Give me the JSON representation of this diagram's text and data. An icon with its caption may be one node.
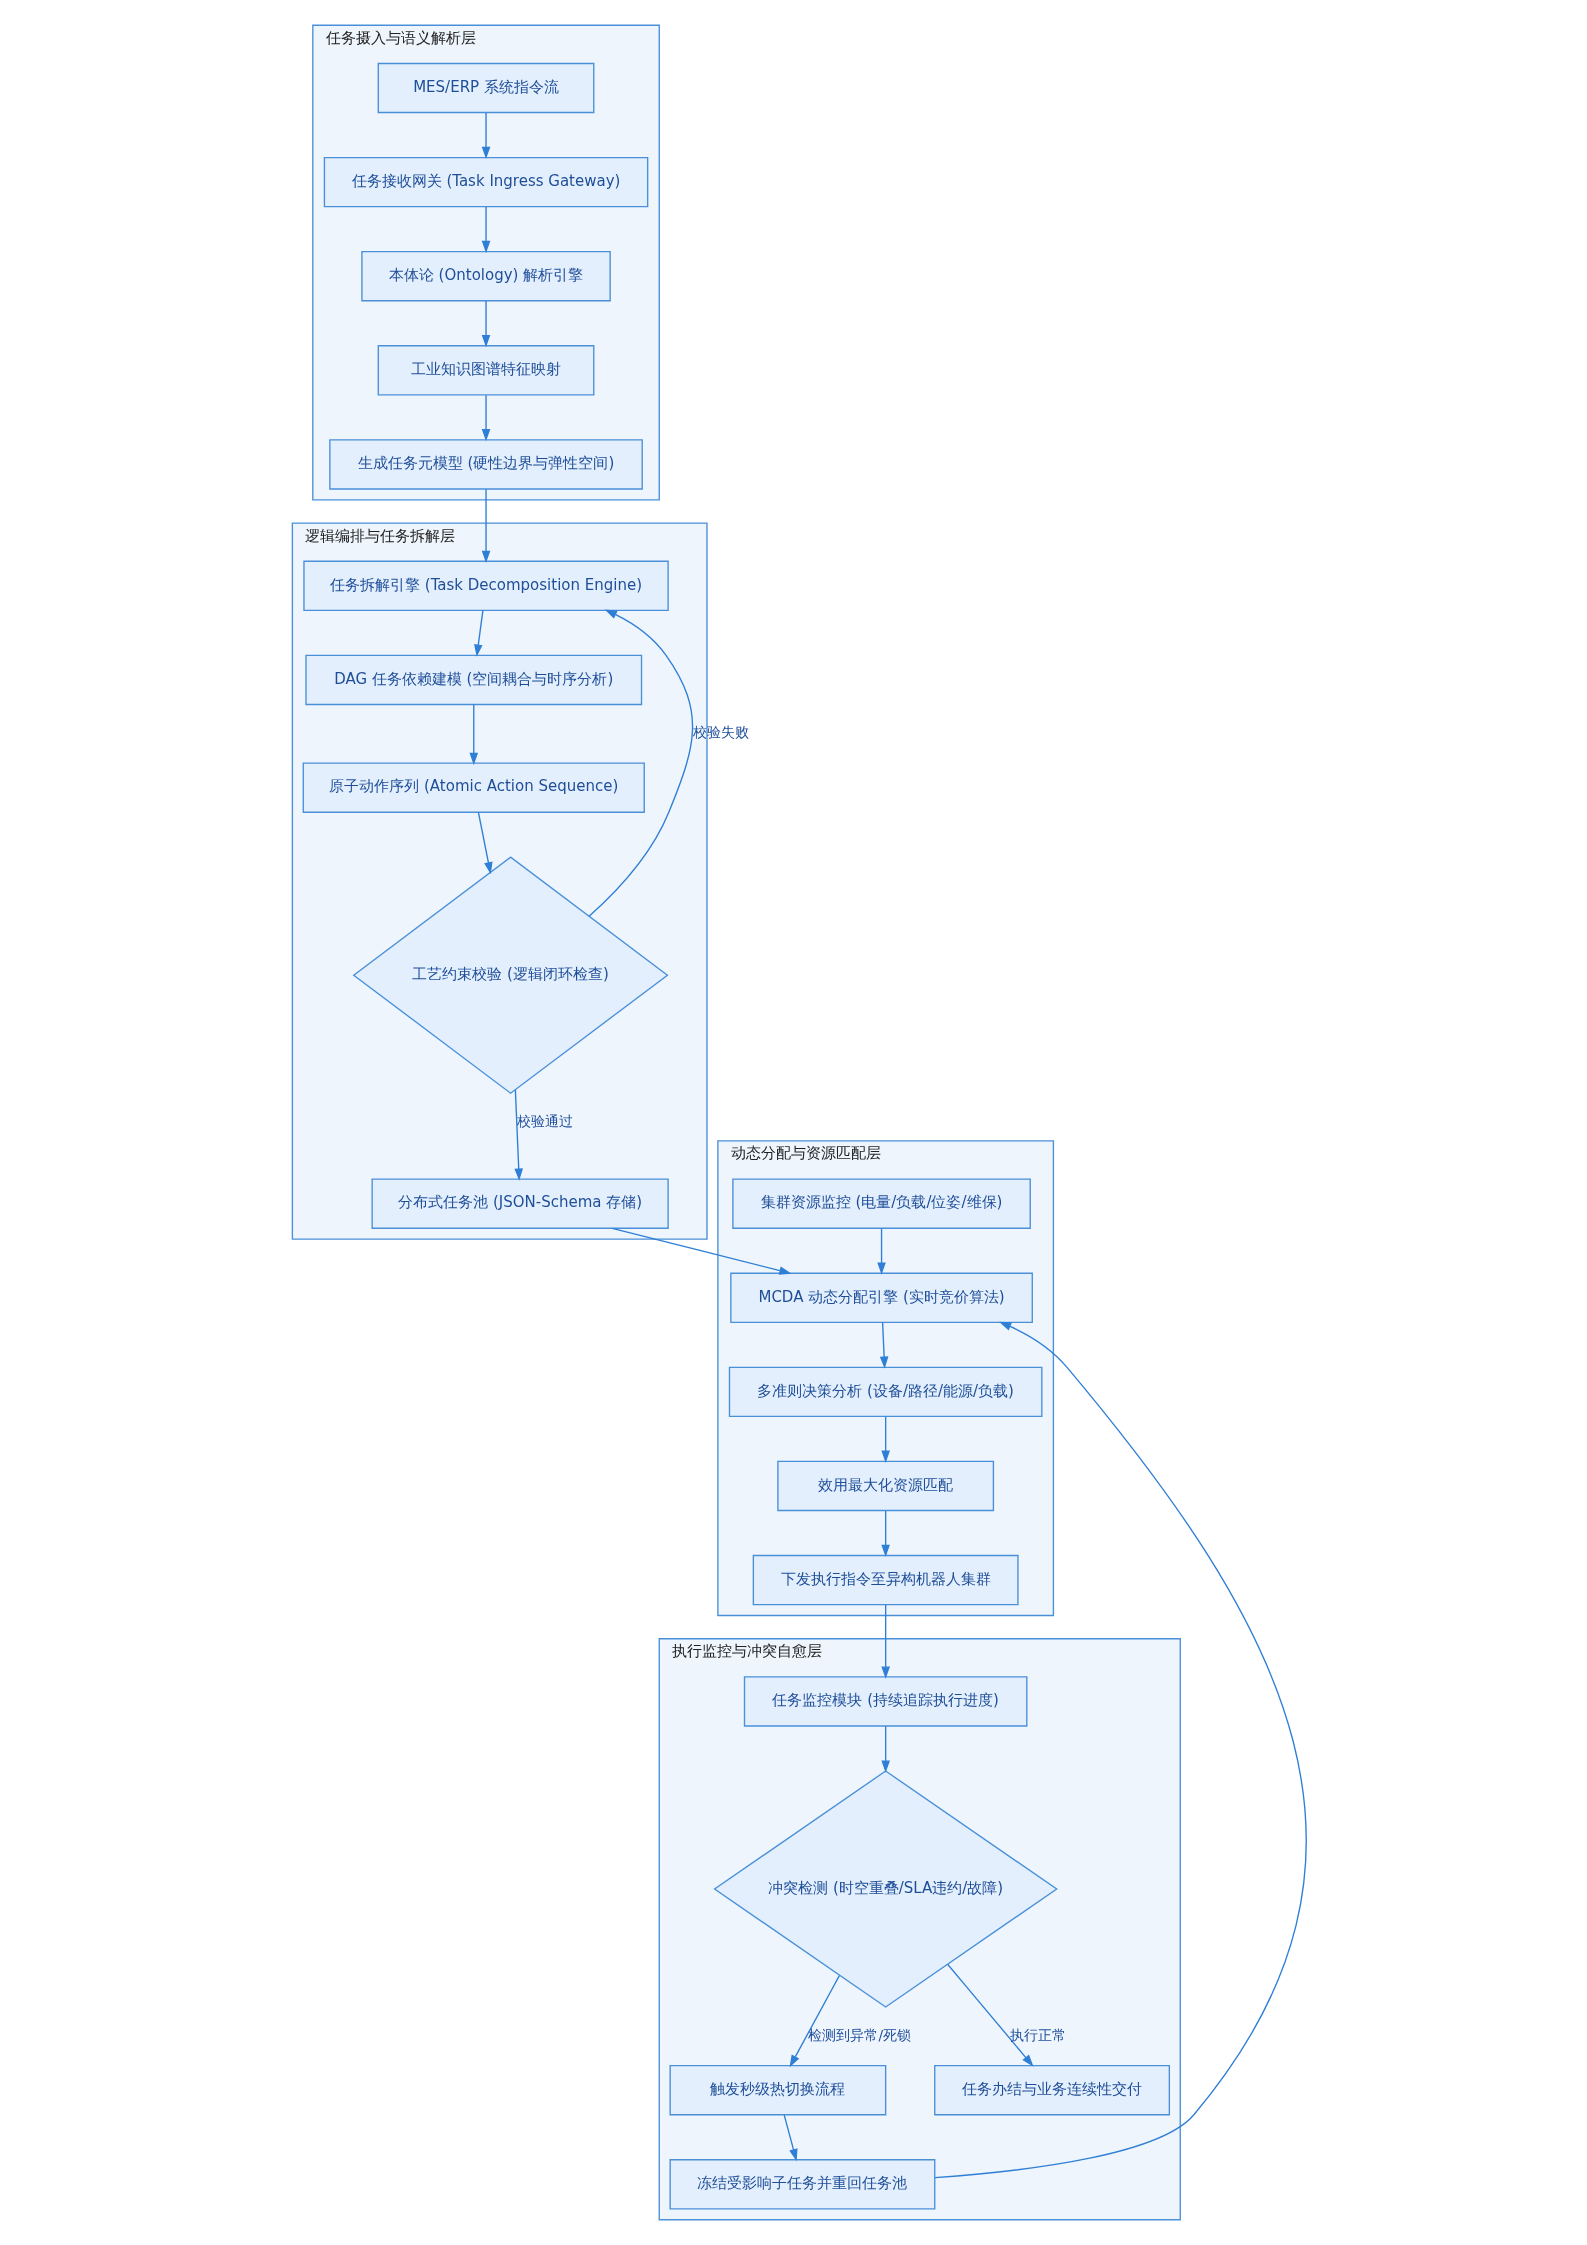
{
  "diagram": {
    "nodes": [
      {
        "text": [
          "任务摄入与语义解析层"
        ]
      },
      {
        "text": [
          "MES/ERP 系统指令流"
        ],
        "in": 0
      },
      {
        "text": [
          "任务接收网关 (Task Ingress Gateway)"
        ],
        "in": 0
      },
      {
        "text": [
          "本体论 (Ontology) 解析引擎"
        ],
        "in": 0
      },
      {
        "text": [
          "工业知识图谱特征映射"
        ],
        "in": 0
      },
      {
        "text": [
          "生成任务元模型 (硬性边界与弹性空间)"
        ],
        "in": 0
      },
      {
        "text": [
          "逻辑编排与任务拆解层"
        ]
      },
      {
        "text": [
          "任务拆解引擎 (Task Decomposition Engine)"
        ],
        "in": 6
      },
      {
        "text": [
          "DAG 任务依赖建模 (空间耦合与时序分析)"
        ],
        "in": 6
      },
      {
        "text": [
          "原子动作序列 (Atomic Action Sequence)"
        ],
        "in": 6
      },
      {
        "text": [
          "工艺约束校验 (逻辑闭环检查)"
        ],
        "in": 6
      },
      {
        "text": [
          "分布式任务池 (JSON-Schema 存储)"
        ],
        "in": 6
      },
      {
        "text": [
          "动态分配与资源匹配层"
        ]
      },
      {
        "text": [
          "集群资源监控 (电量/负载/位姿/维保)"
        ],
        "in": 12
      },
      {
        "text": [
          "MCDA 动态分配引擎 (实时竞价算法)"
        ],
        "in": 12
      },
      {
        "text": [
          "多准则决策分析 (设备/路径/能源/负载)"
        ],
        "in": 12
      },
      {
        "text": [
          "效用最大化资源匹配"
        ],
        "in": 12
      },
      {
        "text": [
          "下发执行指令至异构机器人集群"
        ],
        "in": 12
      },
      {
        "text": [
          "执行监控与冲突自愈层"
        ]
      },
      {
        "text": [
          "任务监控模块 (持续追踪执行进度)"
        ],
        "in": 18
      },
      {
        "text": [
          "冲突检测 (时空重叠/SLA违约/故障)"
        ],
        "in": 18
      },
      {
        "text": [
          "触发秒级热切换流程"
        ],
        "in": 18
      },
      {
        "text": [
          "任务办结与业务连续性交付"
        ],
        "in": 18
      },
      {
        "text": [
          "冻结受影响子任务并重回任务池"
        ],
        "in": 18
      }
    ],
    "edges": [
      {
        "from": 1,
        "to": 2,
        "arrow": "to"
      },
      {
        "from": 2,
        "to": 3,
        "arrow": "to"
      },
      {
        "from": 3,
        "to": 4,
        "arrow": "to"
      },
      {
        "from": 4,
        "to": 5,
        "arrow": "to"
      },
      {
        "from": 5,
        "to": 7,
        "arrow": "to"
      },
      {
        "from": 7,
        "to": 8,
        "arrow": "to"
      },
      {
        "from": 8,
        "to": 9,
        "arrow": "to"
      },
      {
        "from": 9,
        "to": 10,
        "arrow": "to"
      },
      {
        "from": 10,
        "to": 7,
        "arrow": "to",
        "label": "校验失败"
      },
      {
        "from": 10,
        "to": 11,
        "arrow": "to",
        "label": "校验通过"
      },
      {
        "from": 11,
        "to": 14,
        "arrow": "to"
      },
      {
        "from": 13,
        "to": 14,
        "arrow": "to"
      },
      {
        "from": 14,
        "to": 15,
        "arrow": "to"
      },
      {
        "from": 15,
        "to": 16,
        "arrow": "to"
      },
      {
        "from": 16,
        "to": 17,
        "arrow": "to"
      },
      {
        "from": 17,
        "to": 19,
        "arrow": "to"
      },
      {
        "from": 19,
        "to": 20,
        "arrow": "to"
      },
      {
        "from": 20,
        "to": 21,
        "arrow": "to",
        "label": "检测到异常/死锁"
      },
      {
        "from": 20,
        "to": 22,
        "arrow": "to",
        "label": "执行正常"
      },
      {
        "from": 21,
        "to": 23,
        "arrow": "to"
      },
      {
        "from": 23,
        "to": 14,
        "arrow": "to"
      }
    ]
  }
}
